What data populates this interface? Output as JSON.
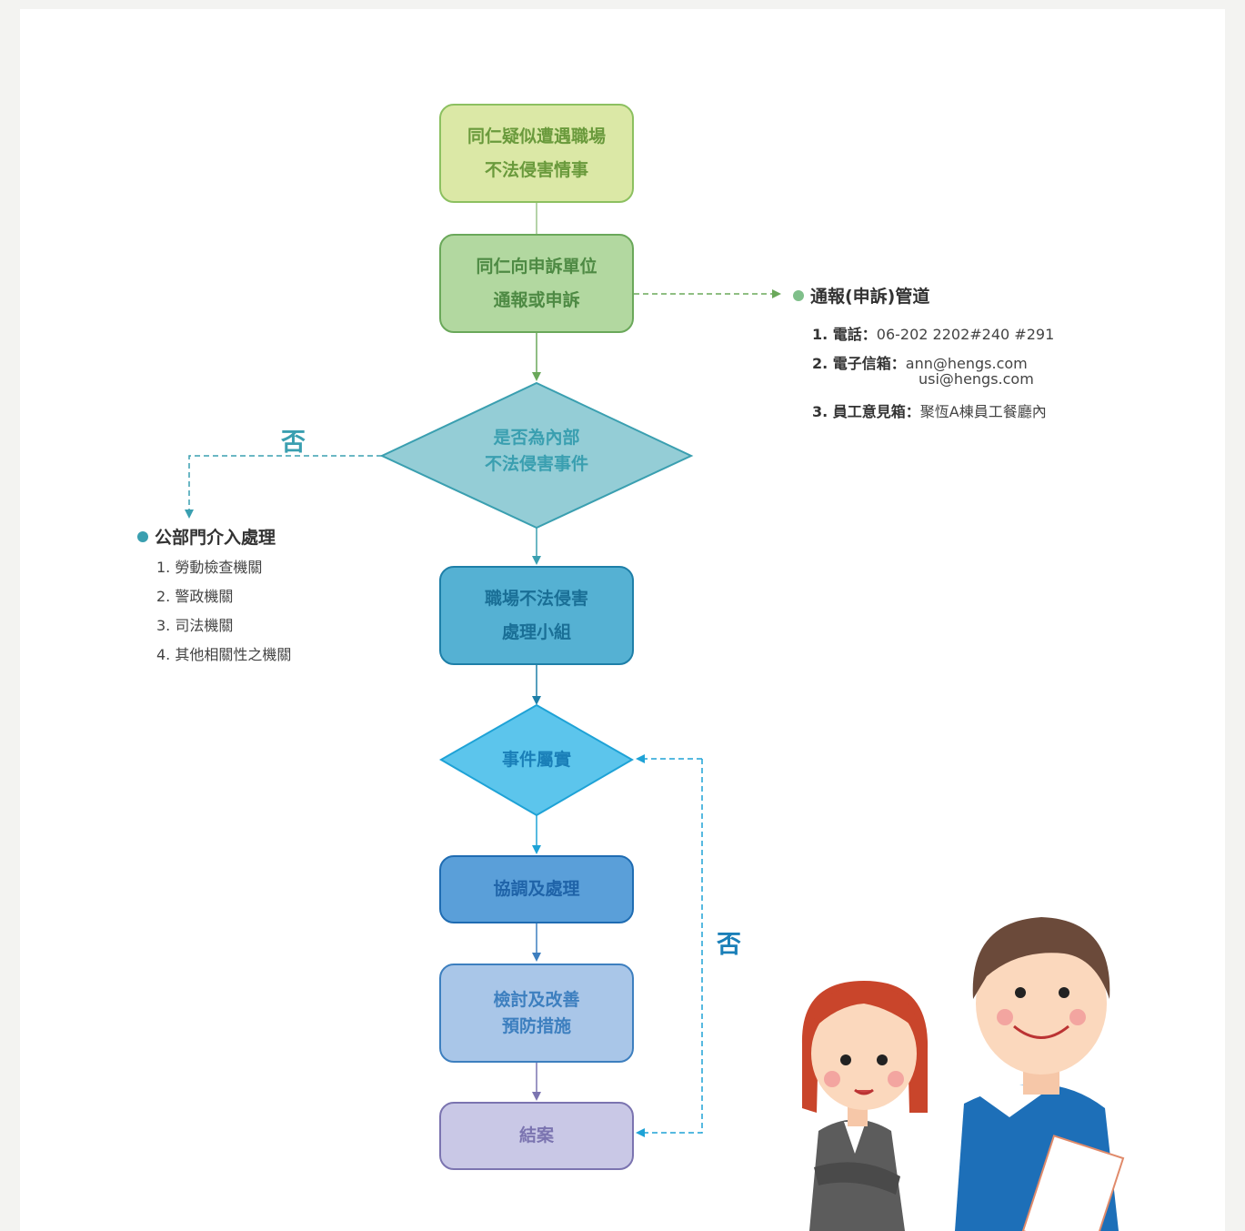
{
  "flow": {
    "step1": [
      "同仁疑似遭遇職場",
      "不法侵害情事"
    ],
    "step2": [
      "同仁向申訴單位",
      "通報或申訴"
    ],
    "decision1": [
      "是否為內部",
      "不法侵害事件"
    ],
    "step3": [
      "職場不法侵害",
      "處理小組"
    ],
    "decision2": [
      "事件屬實"
    ],
    "step4": [
      "協調及處理"
    ],
    "step5": [
      "檢討及改善",
      "預防措施"
    ],
    "step6": [
      "結案"
    ],
    "no_label_left": "否",
    "no_label_right": "否"
  },
  "channels": {
    "title": "通報(申訴)管道",
    "items": [
      {
        "label": "1. 電話：",
        "value": "06-202 2202#240 #291"
      },
      {
        "label": "2. 電子信箱：",
        "value": "ann@hengs.com",
        "value2": "usi@hengs.com"
      },
      {
        "label": "3. 員工意見箱：",
        "value": "聚恆A棟員工餐廳內"
      }
    ]
  },
  "public": {
    "title": "公部門介入處理",
    "items": [
      "1. 勞動檢查機關",
      "2. 警政機關",
      "3. 司法機關",
      "4. 其他相關性之機關"
    ]
  },
  "colors": {
    "green_light": "#dbe8a6",
    "green": "#b2d8a0",
    "teal_diamond": "#94cdd6",
    "teal_box": "#55b1d3",
    "sky_diamond": "#5cc5ec",
    "blue_box": "#5a9fd9",
    "blue_light": "#a9c6e8",
    "lavender": "#c9c8e6"
  },
  "icons": [
    "woman-character-icon",
    "man-character-icon",
    "clipboard-icon"
  ]
}
